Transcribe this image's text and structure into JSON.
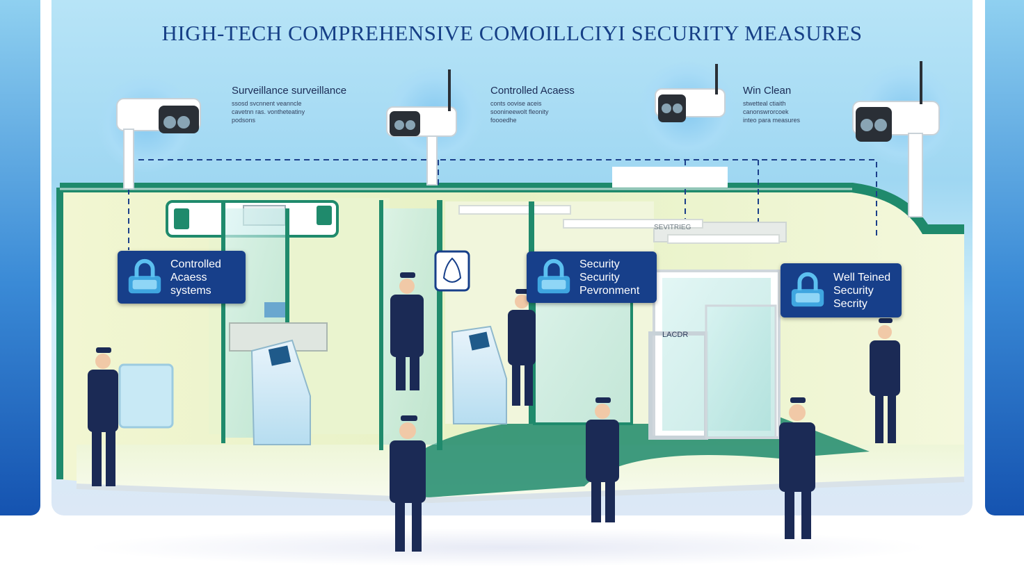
{
  "title": "HIGH-TECH COMPREHENSIVE COMOILLCIYI SECURITY MEASURES",
  "features": [
    {
      "title": "Surveillance surveillance",
      "desc": [
        "ssosd svcnnent veanncle",
        "cavetnn ras. vontheteatiny",
        "podsons"
      ]
    },
    {
      "title": "Controlled Acaess",
      "desc": [
        "conts oovise aceis",
        "soonineewolt fleonity",
        "foooedhe"
      ]
    },
    {
      "title": "Win Clean",
      "desc": [
        "stwetteal ctiaith",
        "canonswrorcoek",
        "inteo para measures"
      ]
    }
  ],
  "labels": [
    {
      "lines": [
        "Controlled",
        "Acaess",
        "systems"
      ]
    },
    {
      "lines": [
        "Security",
        "Security",
        "Pevronment"
      ]
    },
    {
      "lines": [
        "Well Teined",
        "Security",
        "Secrity"
      ]
    }
  ],
  "signage": {
    "door_sign": "LACDR",
    "header_sign": "SEVITRIEG"
  },
  "colors": {
    "navy": "#173f8a",
    "teal": "#1f8a6c",
    "title": "#163f86",
    "uniform": "#1b2a55"
  },
  "icons": [
    "camera-icon",
    "lock-icon",
    "shield-icon",
    "badge-icon"
  ]
}
